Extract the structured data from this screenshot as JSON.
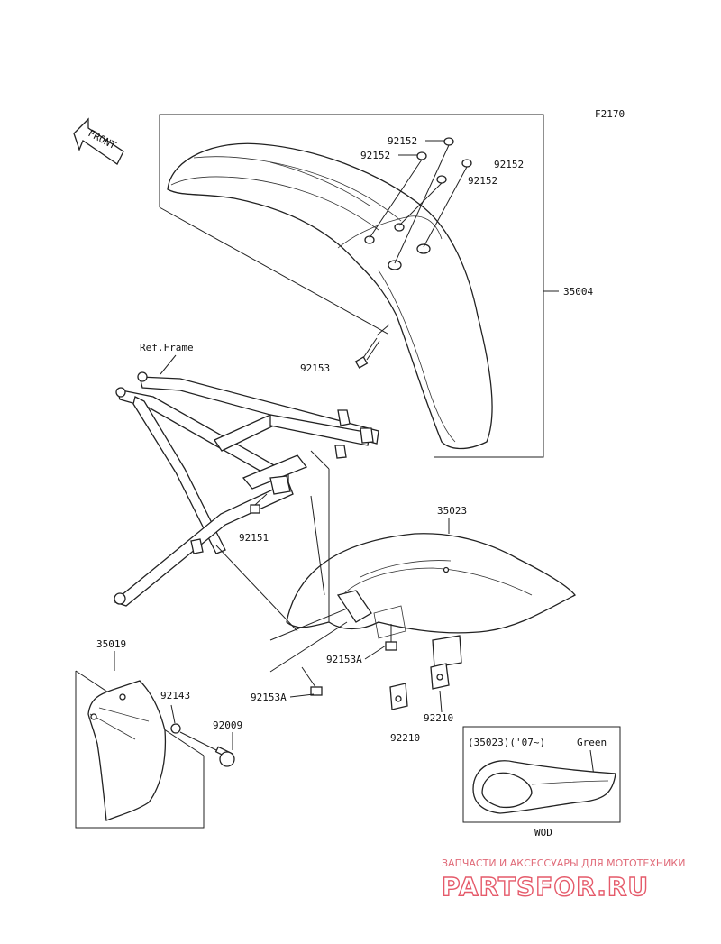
{
  "figure_code": "F2170",
  "front_label": "FRONT",
  "ref_frame_label": "Ref.Frame",
  "parts": {
    "p35004": "35004",
    "p92152_a": "92152",
    "p92152_b": "92152",
    "p92152_c": "92152",
    "p92152_d": "92152",
    "p92153": "92153",
    "p92151": "92151",
    "p35023": "35023",
    "p92153A_a": "92153A",
    "p92153A_b": "92153A",
    "p92210_a": "92210",
    "p92210_b": "92210",
    "p35019": "35019",
    "p92143": "92143",
    "p92009": "92009"
  },
  "inset": {
    "title": "(35023)('07~)",
    "color_label": "Green",
    "caption": "WOD"
  },
  "watermark": {
    "line1": "ЗАПЧАСТИ И АКСЕССУАРЫ ДЛЯ МОТОТЕХНИКИ",
    "line2": "PARTSFOR.RU"
  },
  "colors": {
    "line": "#222222",
    "watermark": "#e55a6a"
  }
}
